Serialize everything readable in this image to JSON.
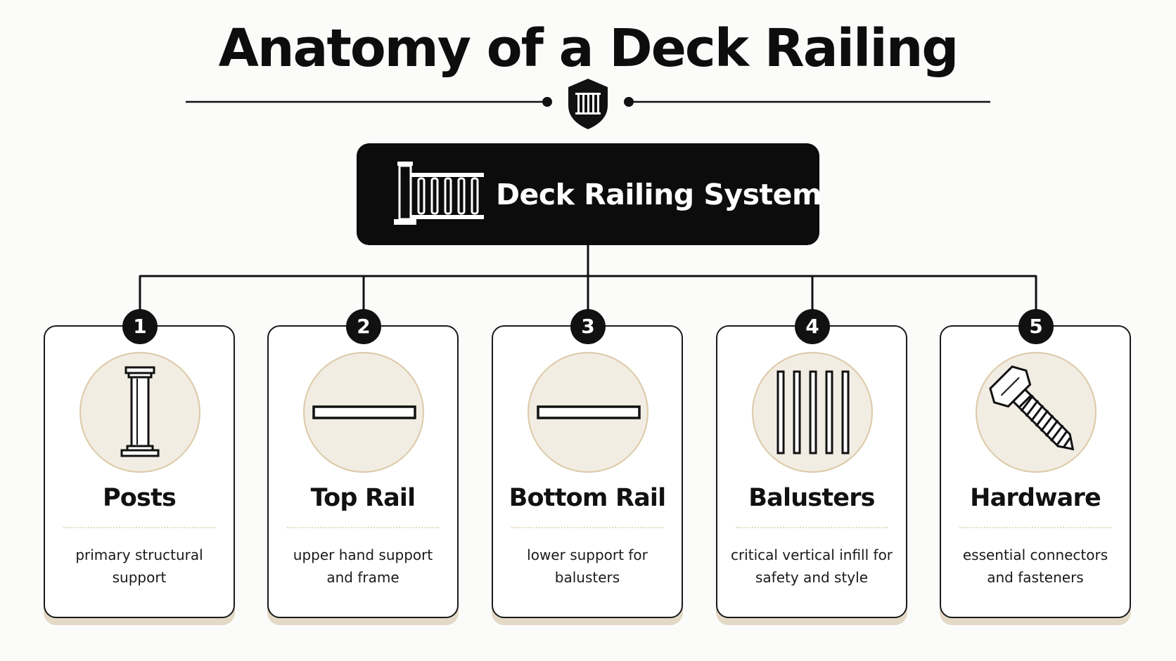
{
  "title": "Anatomy of a Deck Railing",
  "root": {
    "label": "Deck Railing System",
    "icon": "railing-icon"
  },
  "divider_icon": "shield-railing-icon",
  "colors": {
    "dark": "#0c0c0c",
    "circle_fill": "#f2ede3",
    "circle_border": "#dcc9a8",
    "card_shadow": "#e3d9c6"
  },
  "components": [
    {
      "number": "1",
      "name": "Posts",
      "description": "primary structural support",
      "icon": "post-icon"
    },
    {
      "number": "2",
      "name": "Top Rail",
      "description": "upper hand support and frame",
      "icon": "rail-bar-icon"
    },
    {
      "number": "3",
      "name": "Bottom Rail",
      "description": "lower support for balusters",
      "icon": "rail-bar-icon"
    },
    {
      "number": "4",
      "name": "Balusters",
      "description": "critical vertical infill for safety and style",
      "icon": "balusters-icon"
    },
    {
      "number": "5",
      "name": "Hardware",
      "description": "essential connectors and fasteners",
      "icon": "bolt-icon"
    }
  ]
}
